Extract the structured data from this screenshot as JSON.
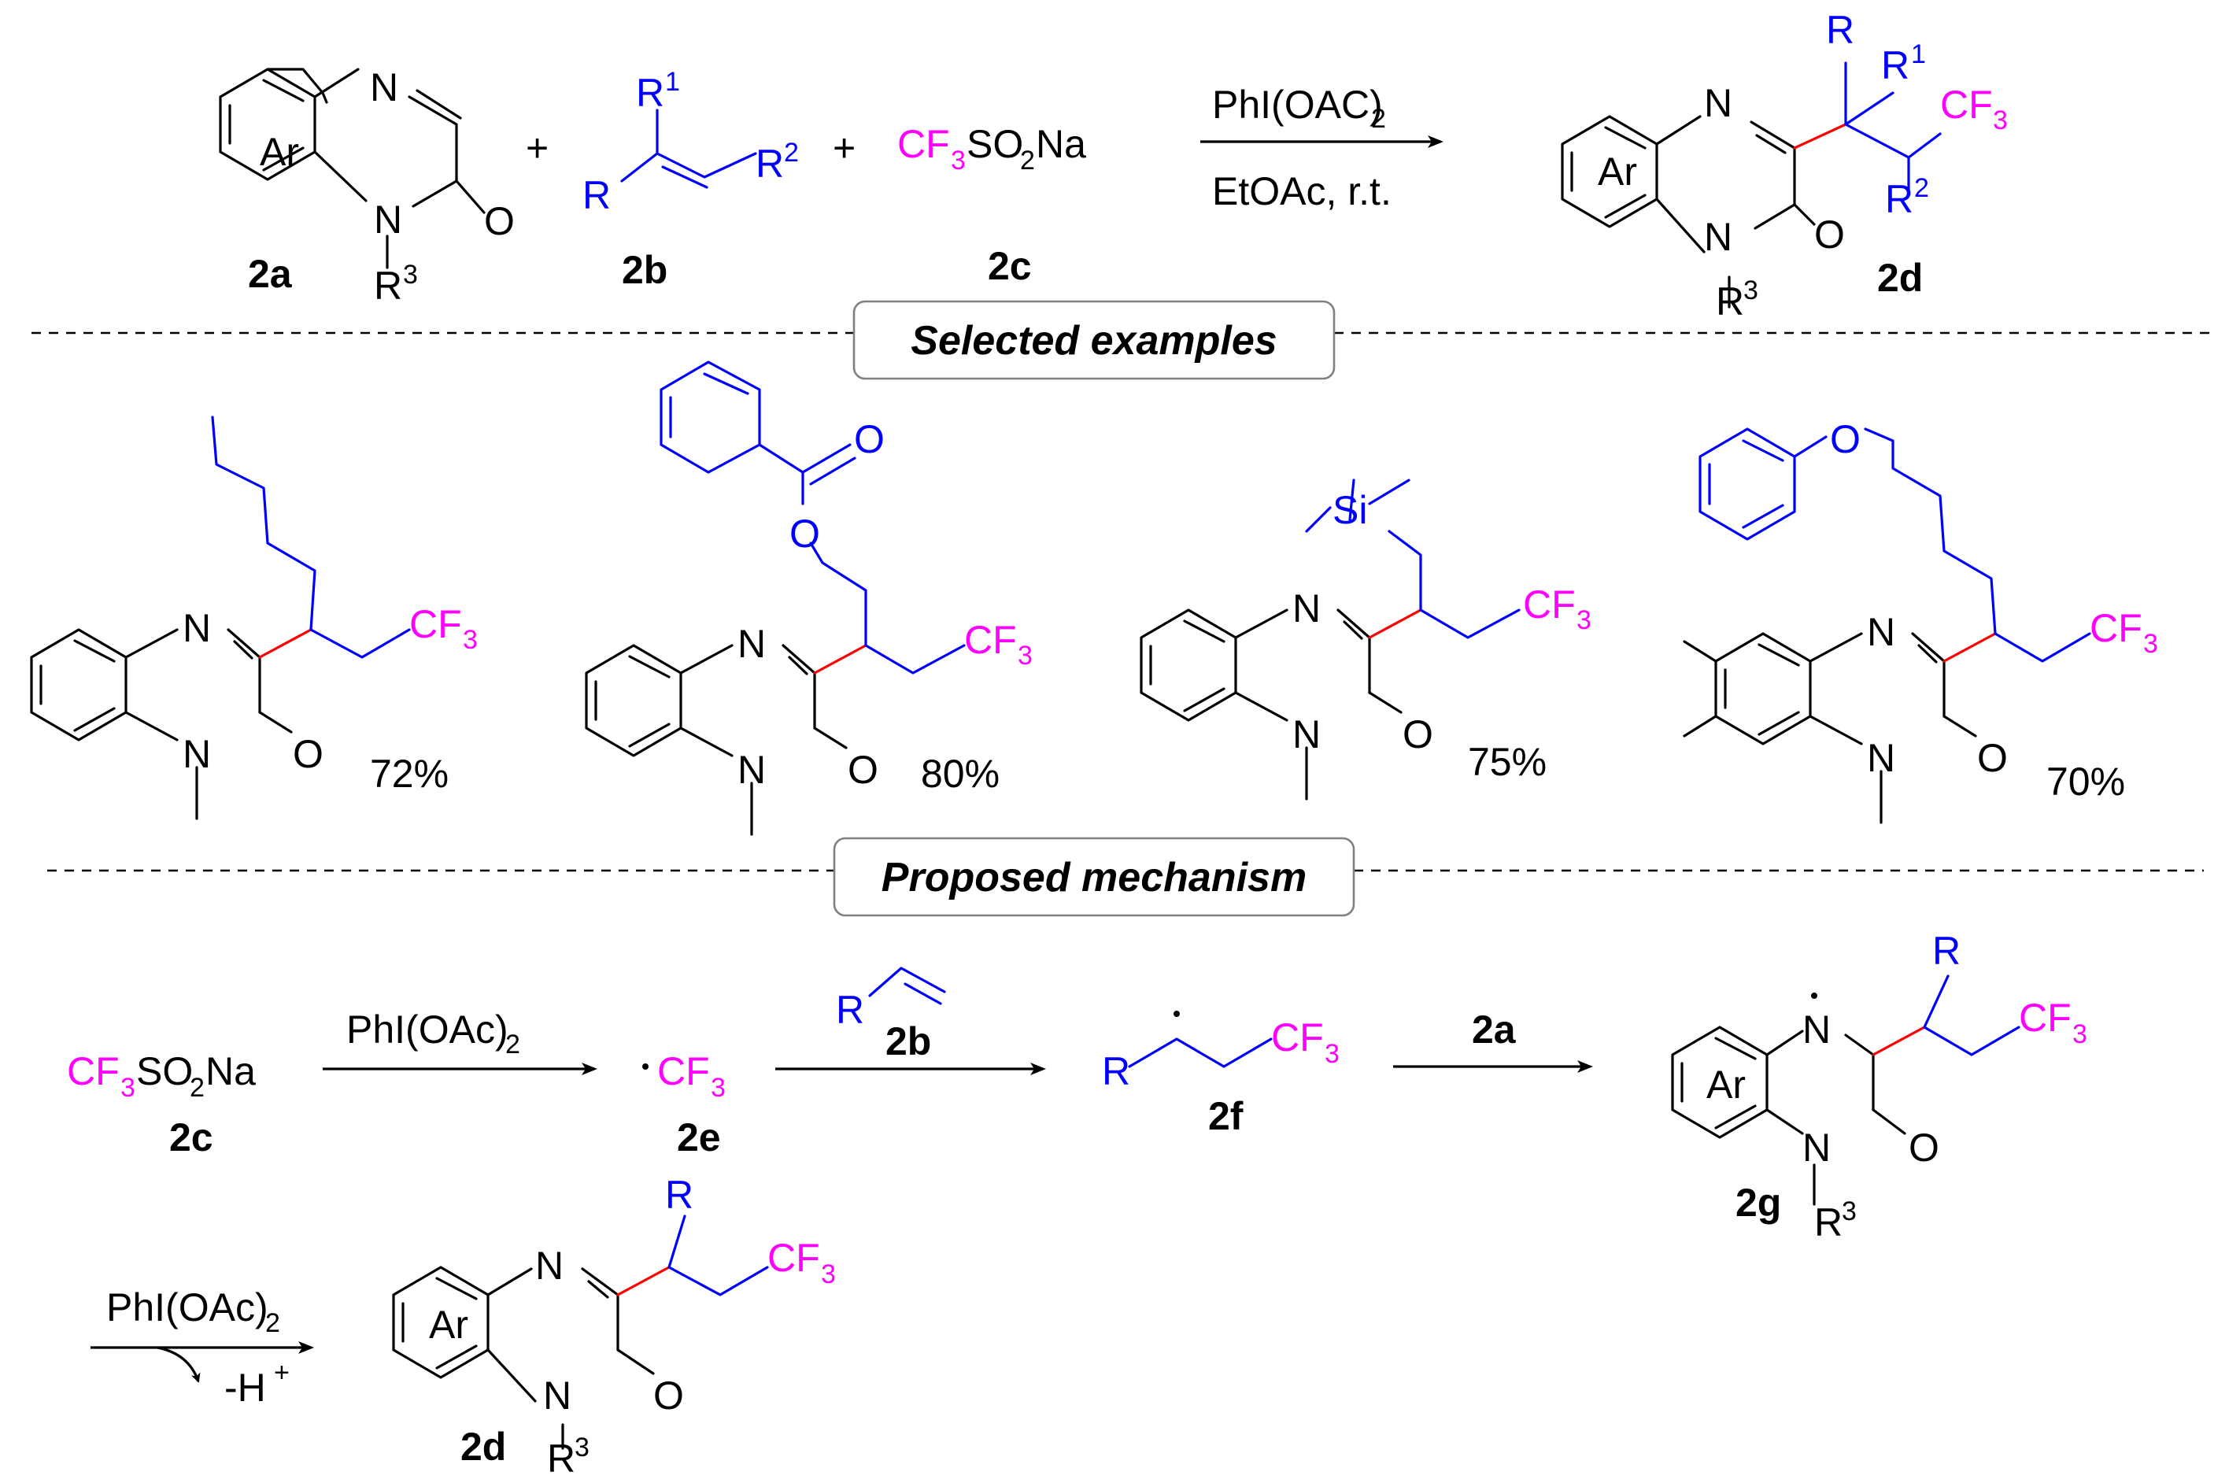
{
  "top_reaction": {
    "label_2a": "2a",
    "label_2b": "2b",
    "label_2c": "2c",
    "label_2d": "2d",
    "ar": "Ar",
    "n": "N",
    "o": "O",
    "r": "R",
    "r_base": "R",
    "sup_1": "1",
    "sup_2": "2",
    "sup_3": "3",
    "plus": "+",
    "cf3so2na_a": "CF",
    "cf3so2na_b": "3",
    "cf3so2na_c": "SO",
    "cf3so2na_d": "2",
    "cf3so2na_e": "Na",
    "reagent_a": "PhI(OAC)",
    "reagent_b": "2",
    "conditions": "EtOAc, r.t.",
    "cf3_a": "CF",
    "cf3_b": "3"
  },
  "sections": {
    "selected_examples": "Selected examples",
    "proposed_mechanism": "Proposed mechanism"
  },
  "examples": {
    "yields": [
      "72%",
      "80%",
      "75%",
      "70%"
    ],
    "o": "O",
    "si": "Si"
  },
  "mechanism": {
    "reagent_a": "PhI(OAc)",
    "reagent_b": "2",
    "label_2a": "2a",
    "label_2b": "2b",
    "label_2c": "2c",
    "label_2d": "2d",
    "label_2e": "2e",
    "label_2f": "2f",
    "label_2g": "2g",
    "minus_h_a": "-H",
    "minus_h_b": "+"
  }
}
